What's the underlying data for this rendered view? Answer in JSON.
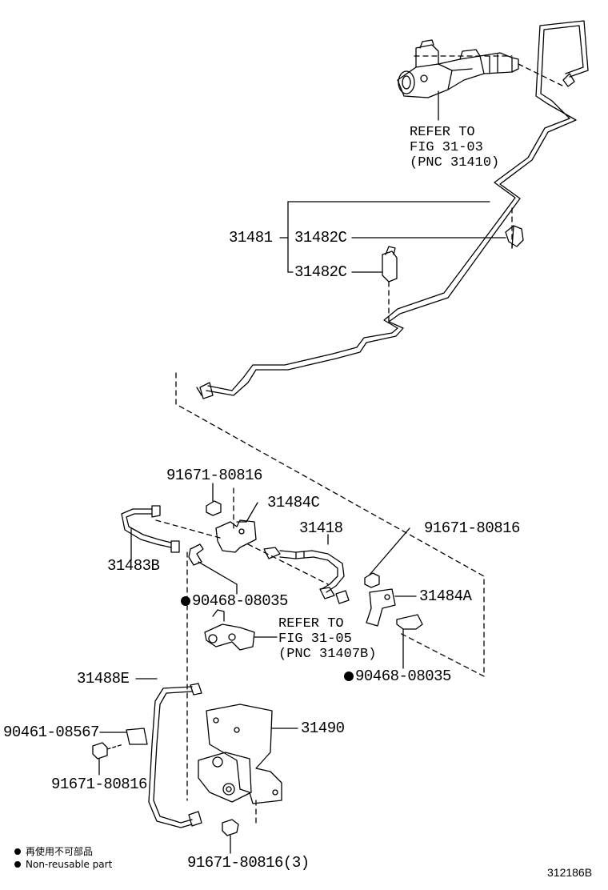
{
  "refs": {
    "master_cylinder": [
      "REFER TO",
      "FIG 31-03",
      "(PNC 31410)"
    ],
    "pipe_assy": [
      "REFER TO",
      "FIG 31-05",
      "(PNC 31407B)"
    ]
  },
  "parts": {
    "p31481": "31481",
    "p31482c_upper": "31482C",
    "p31482c_lower": "31482C",
    "p91671_top": "91671-80816",
    "p31484c": "31484C",
    "p31418": "31418",
    "p91671_right": "91671-80816",
    "p31483b": "31483B",
    "p90468_left": "90468-08035",
    "p31484a": "31484A",
    "p31488e": "31488E",
    "p90468_right": "90468-08035",
    "p90461": "90461-08567",
    "p31490": "31490",
    "p91671_left": "91671-80816",
    "p91671_bottom": "91671-80816(3)"
  },
  "legend": {
    "line_cn": "再使用不可部品",
    "line_en": "Non-reusable part"
  },
  "figure_number": "312186B"
}
